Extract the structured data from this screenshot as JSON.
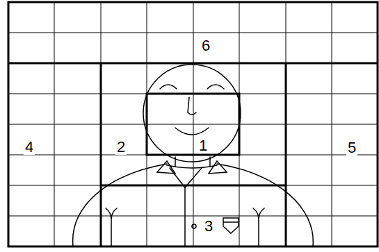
{
  "diagram": {
    "labels": [
      "6",
      "4",
      "2",
      "1",
      "5",
      "3"
    ]
  }
}
